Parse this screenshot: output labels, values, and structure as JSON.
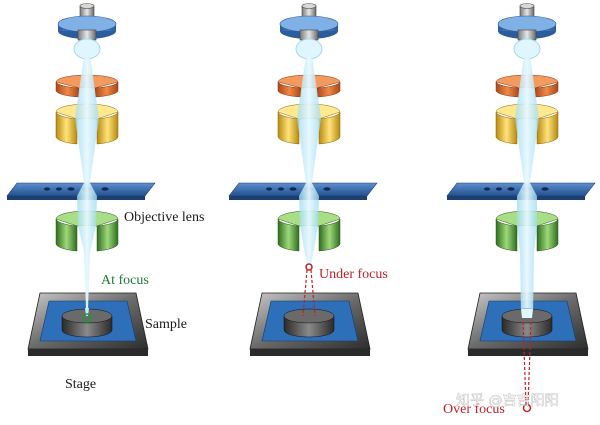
{
  "labels": {
    "objective_lens": "Objective lens",
    "at_focus": "At focus",
    "sample": "Sample",
    "stage": "Stage",
    "under_focus": "Under focus",
    "over_focus": "Over focus"
  },
  "watermark": "知乎 @吉吉阳阳",
  "colors": {
    "beam": "#7fd4ea",
    "gun": "#4a86c8",
    "condenser_1": "#d86a2a",
    "condenser_2": "#e8c02a",
    "aperture_plate": "#3c6fb6",
    "objective": "#5aa03a",
    "stage_frame": "#5a5a5a",
    "stage_blue": "#2d6fb8",
    "sample": "#3a3a3a",
    "focus_green": "#1a7a3a",
    "focus_red": "#c0202a"
  }
}
